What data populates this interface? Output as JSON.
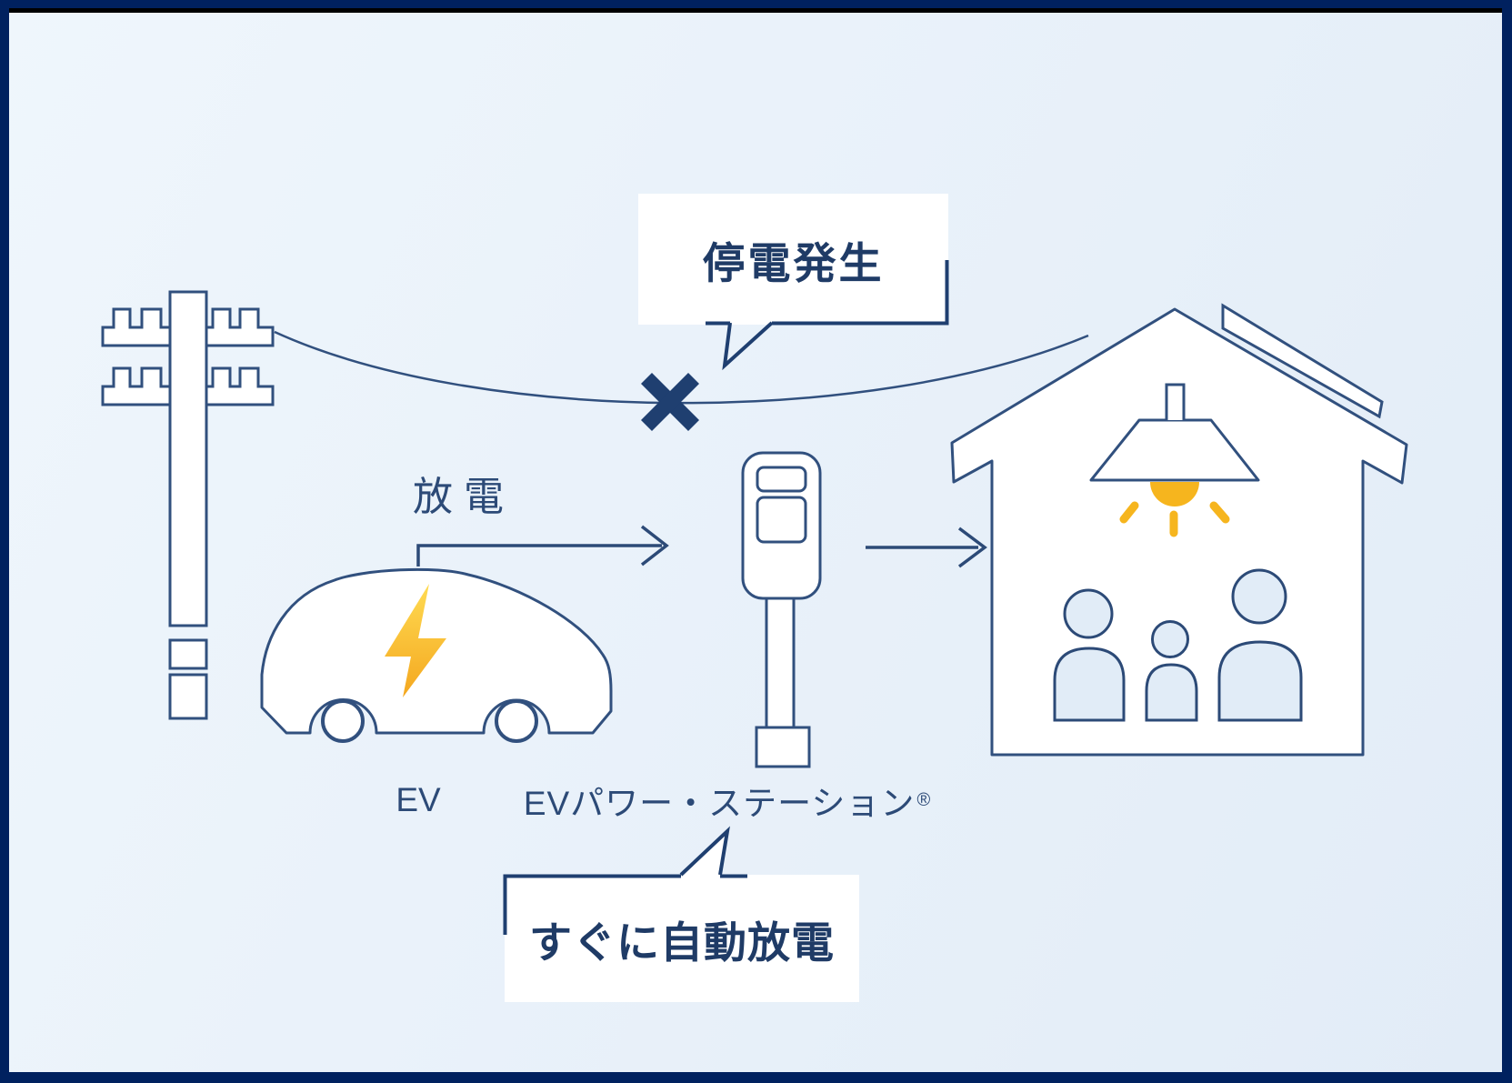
{
  "diagram_title_implied": "EV backup power flow during outage",
  "callouts": {
    "outage": "停電発生",
    "auto_discharge": "すぐに自動放電"
  },
  "labels": {
    "discharge": "放電",
    "ev": "EV",
    "station": "EVパワー・ステーション",
    "station_reg": "®"
  },
  "icons": {
    "utility_pole": "utility-pole-icon",
    "power_line": "power-line",
    "outage_x": "outage-x-icon",
    "ev_car": "ev-car-icon",
    "lightning_bolt": "lightning-bolt-icon",
    "discharge_arrow": "discharge-arrow-icon",
    "ev_power_station": "ev-power-station-icon",
    "supply_arrow": "supply-arrow-icon",
    "house": "house-icon",
    "roof_panel": "roof-panel-icon",
    "ceiling_lamp": "ceiling-lamp-icon",
    "light_glow": "light-glow-icon",
    "family": "family-icon"
  },
  "colors": {
    "frame": "#00215f",
    "frame_top_line": "#000000",
    "background_start": "#eff6fc",
    "background_end": "#e2ecf7",
    "outline": "#31507e",
    "dark_navy": "#1f3f70",
    "text": "#223f6d",
    "yellow": "#f6b51e",
    "bolt_top": "#ffdb52",
    "bolt_bottom": "#f4a71f",
    "figure_fill": "#e1ecf7",
    "shape_fill": "#ffffff"
  }
}
